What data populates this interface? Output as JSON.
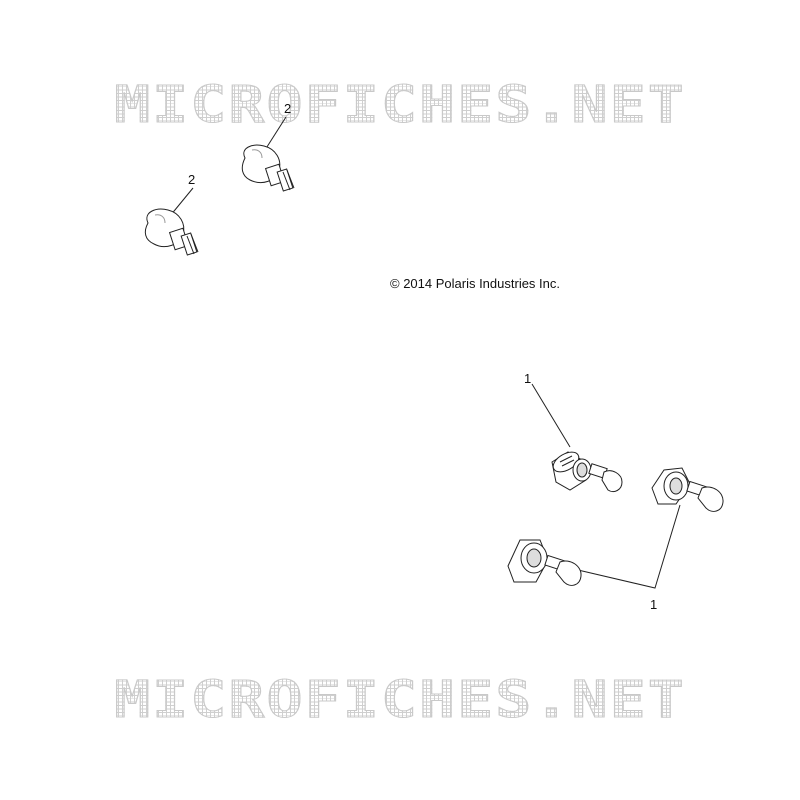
{
  "watermark": {
    "text": "MICROFICHES.NET"
  },
  "copyright": "© 2014 Polaris Industries Inc.",
  "callouts": [
    {
      "id": "callout-2a",
      "label": "2"
    },
    {
      "id": "callout-2b",
      "label": "2"
    },
    {
      "id": "callout-1a",
      "label": "1"
    },
    {
      "id": "callout-1b",
      "label": "1"
    }
  ],
  "icons": [
    "wedge-bulb-icon",
    "headlight-bulb-icon"
  ]
}
